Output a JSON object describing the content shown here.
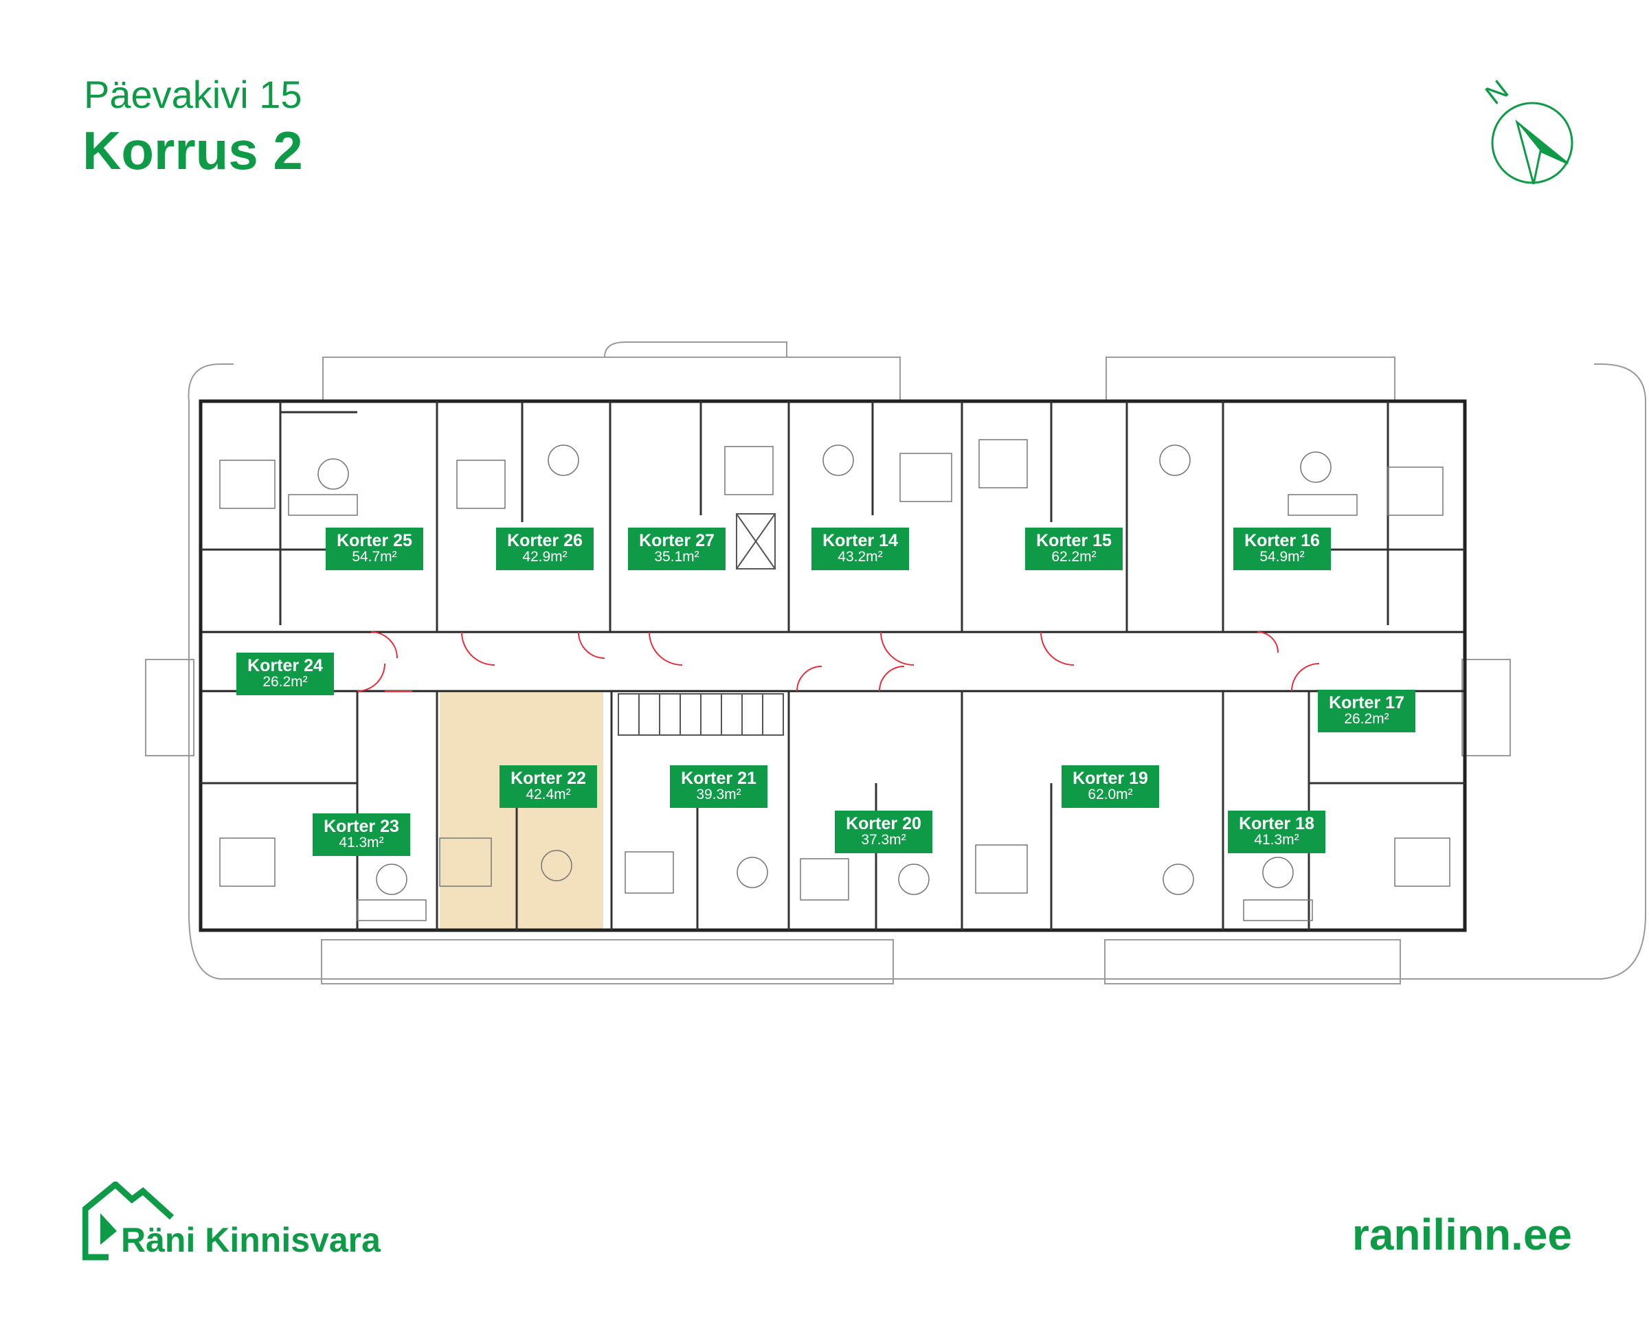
{
  "header": {
    "subtitle": "Päevakivi 15",
    "title": "Korrus 2"
  },
  "compass": {
    "label": "N",
    "icon": "north-arrow-icon"
  },
  "apartments": [
    {
      "id": "korter-25",
      "name": "Korter 25",
      "area": "54.7m²"
    },
    {
      "id": "korter-26",
      "name": "Korter 26",
      "area": "42.9m²"
    },
    {
      "id": "korter-27",
      "name": "Korter 27",
      "area": "35.1m²"
    },
    {
      "id": "korter-14",
      "name": "Korter 14",
      "area": "43.2m²"
    },
    {
      "id": "korter-15",
      "name": "Korter 15",
      "area": "62.2m²"
    },
    {
      "id": "korter-16",
      "name": "Korter 16",
      "area": "54.9m²"
    },
    {
      "id": "korter-24",
      "name": "Korter 24",
      "area": "26.2m²"
    },
    {
      "id": "korter-17",
      "name": "Korter 17",
      "area": "26.2m²"
    },
    {
      "id": "korter-22",
      "name": "Korter 22",
      "area": "42.4m²",
      "highlighted": true
    },
    {
      "id": "korter-21",
      "name": "Korter 21",
      "area": "39.3m²"
    },
    {
      "id": "korter-19",
      "name": "Korter 19",
      "area": "62.0m²"
    },
    {
      "id": "korter-23",
      "name": "Korter 23",
      "area": "41.3m²"
    },
    {
      "id": "korter-20",
      "name": "Korter 20",
      "area": "37.3m²"
    },
    {
      "id": "korter-18",
      "name": "Korter 18",
      "area": "41.3m²"
    }
  ],
  "colors": {
    "brand": "#0f9a48",
    "highlight": "#f3e0bd",
    "wall": "#222222",
    "door": "#e0303a"
  },
  "footer": {
    "brand": "Räni Kinnisvara",
    "logo_icon": "house-logo-icon",
    "website": "ranilinn.ee"
  }
}
